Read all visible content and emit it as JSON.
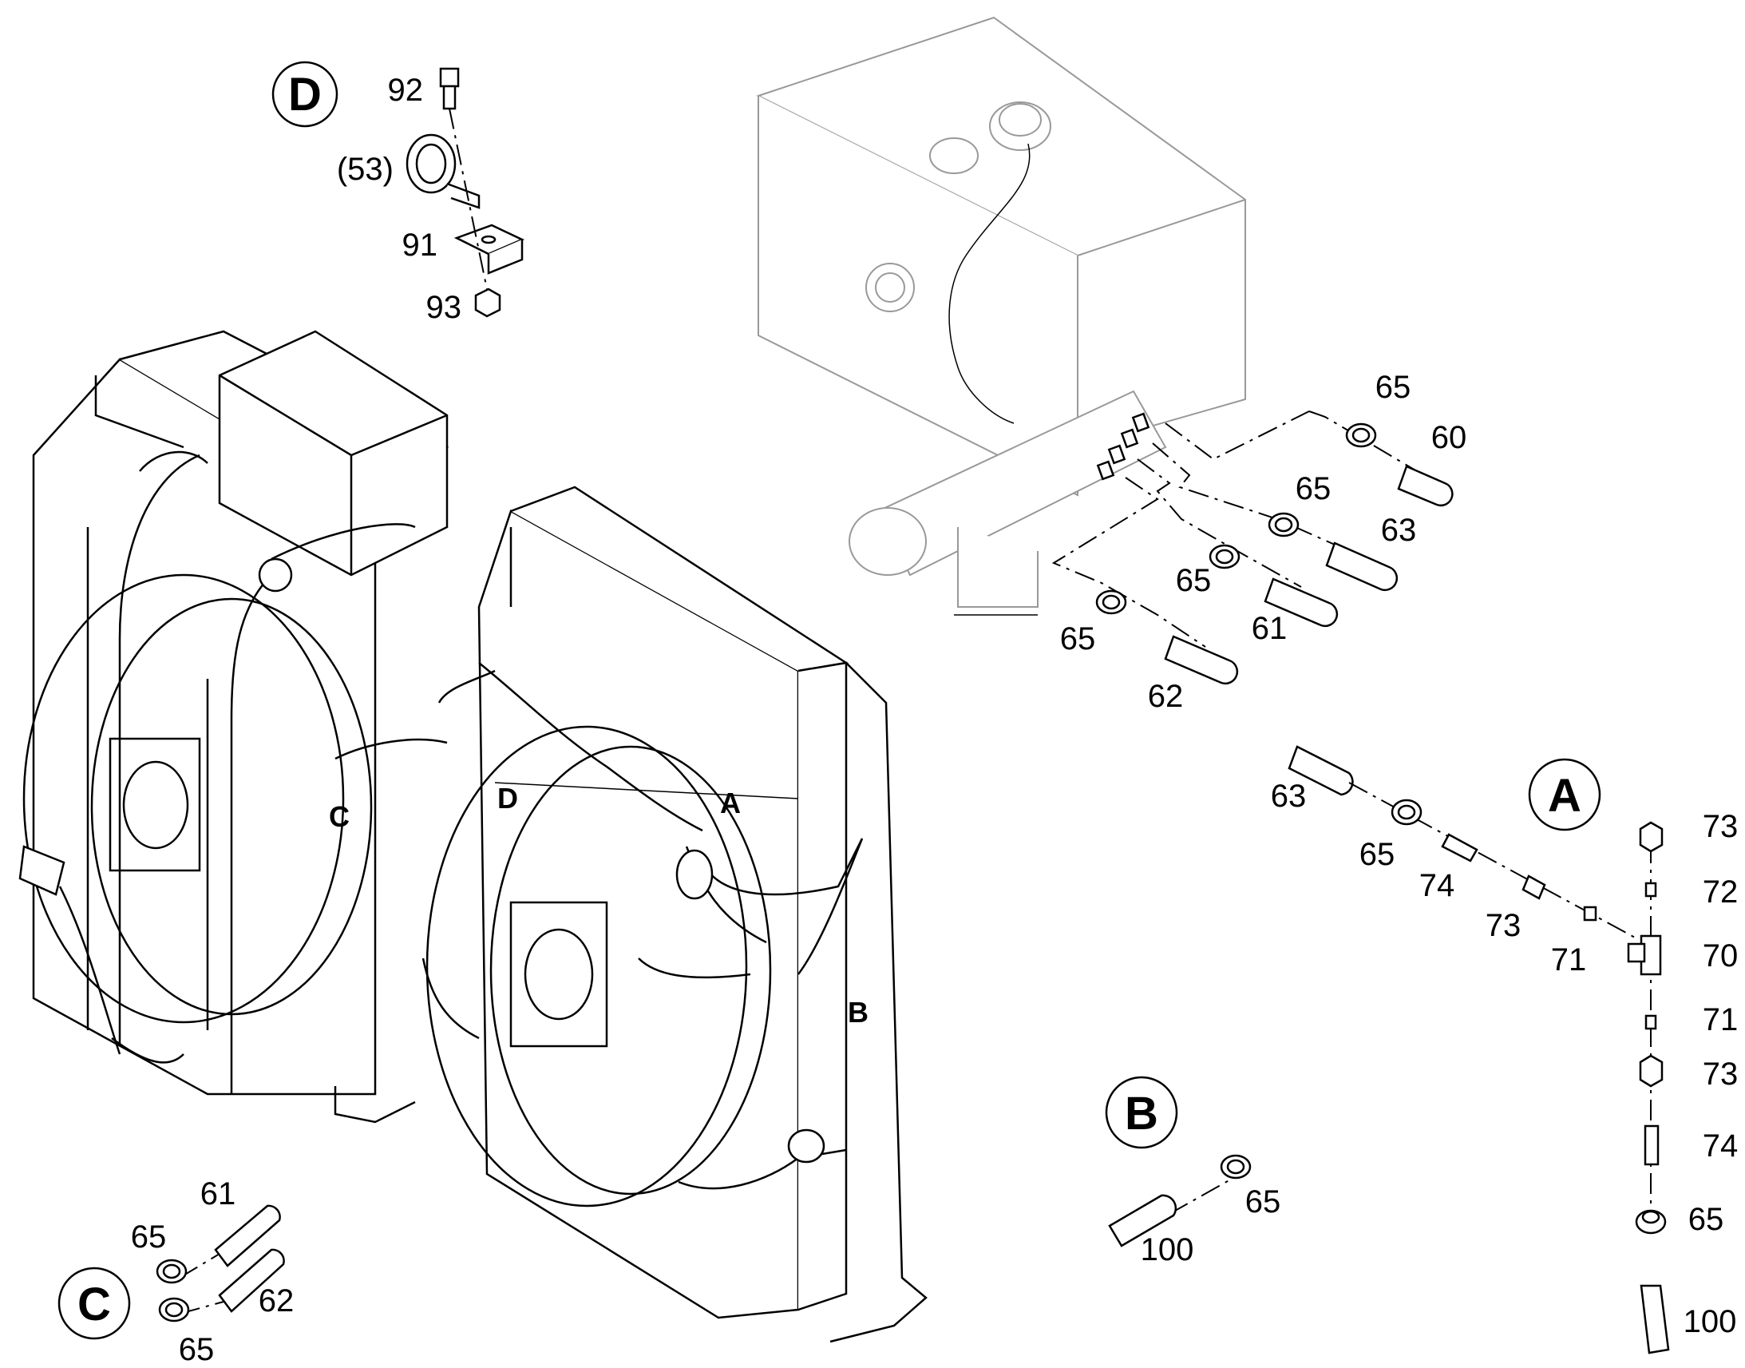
{
  "detail_markers": {
    "A": "A",
    "B": "B",
    "C": "C",
    "D": "D"
  },
  "locator_letters": {
    "A": "A",
    "B": "B",
    "C": "C",
    "D": "D"
  },
  "callouts": {
    "d_92": "92",
    "d_53": "(53)",
    "d_91": "91",
    "d_93": "93",
    "t_65a": "65",
    "t_60": "60",
    "t_65b": "65",
    "t_63": "63",
    "t_65c": "65",
    "t_61": "61",
    "t_65d": "65",
    "t_62": "62",
    "a_63": "63",
    "a_65": "65",
    "a_74": "74",
    "a_73": "73",
    "a_71": "71",
    "v_73a": "73",
    "v_72": "72",
    "v_70": "70",
    "v_71": "71",
    "v_73b": "73",
    "v_74": "74",
    "v_65": "65",
    "v_100": "100",
    "b_65": "65",
    "b_100": "100",
    "c_61": "61",
    "c_65a": "65",
    "c_62": "62",
    "c_65b": "65"
  }
}
